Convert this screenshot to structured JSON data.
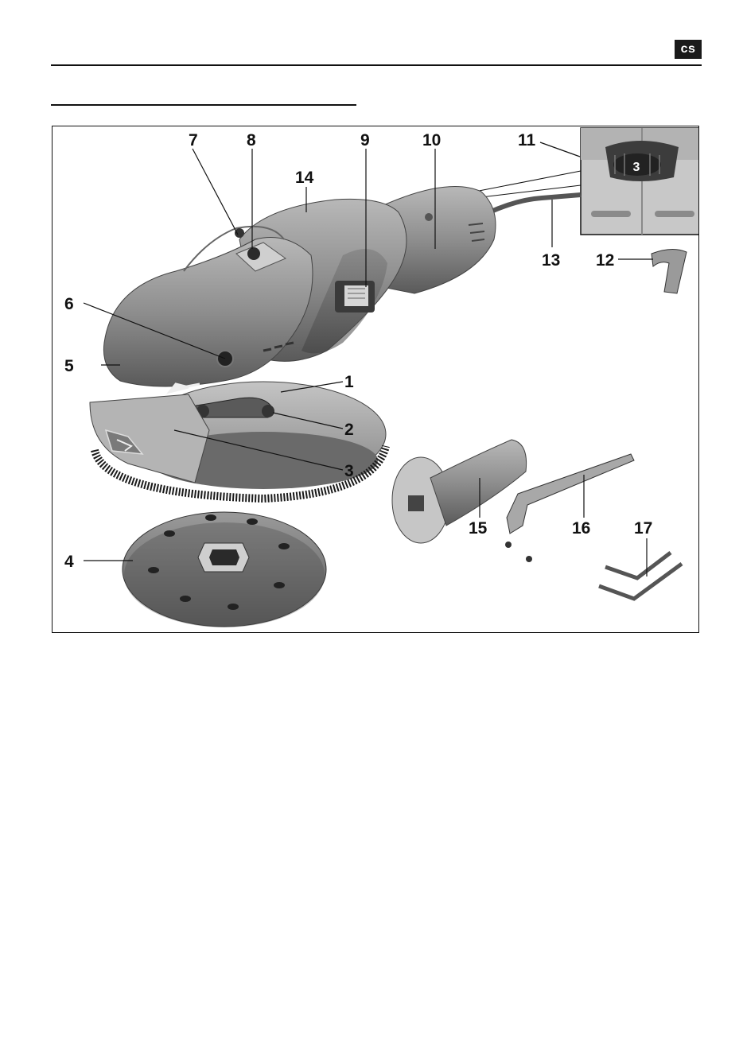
{
  "header": {
    "language_code": "cs"
  },
  "figure": {
    "callouts": {
      "c1": "1",
      "c2": "2",
      "c3": "3",
      "c4": "4",
      "c5": "5",
      "c6": "6",
      "c7": "7",
      "c8": "8",
      "c9": "9",
      "c10": "10",
      "c11": "11",
      "c12": "12",
      "c13": "13",
      "c14": "14",
      "c15": "15",
      "c16": "16",
      "c17": "17"
    },
    "dial_value": "3"
  }
}
